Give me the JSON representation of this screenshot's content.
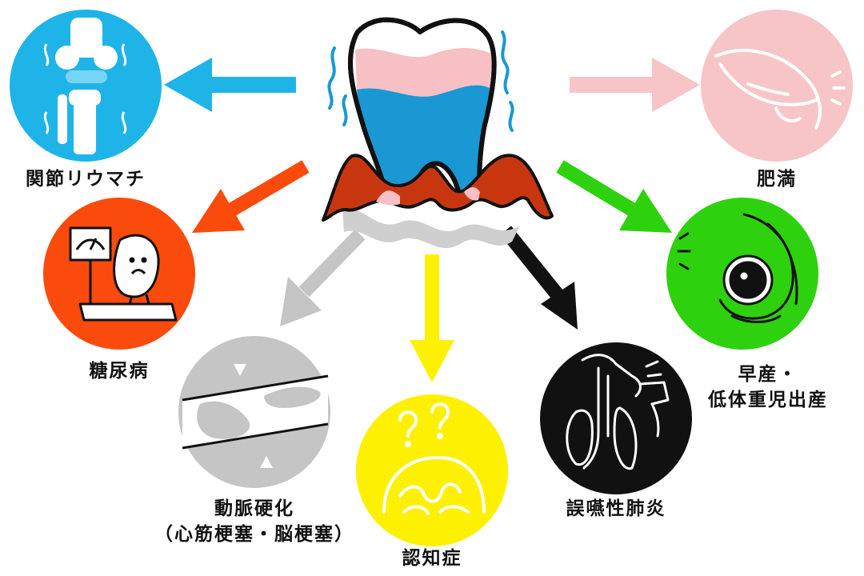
{
  "center": {
    "icon": "tooth-with-gum-disease"
  },
  "nodes": [
    {
      "id": "rheumatoid",
      "label": "関節リウマチ",
      "color": "#1fb4e8",
      "icon": "knee-joint-icon"
    },
    {
      "id": "obesity",
      "label": "肥満",
      "color": "#f7c5c8",
      "icon": "belly-icon"
    },
    {
      "id": "diabetes",
      "label": "糖尿病",
      "color": "#fb4b0c",
      "icon": "scale-icon"
    },
    {
      "id": "preterm",
      "label_lines": [
        "早産・",
        "低体重児出産"
      ],
      "color": "#2ed10e",
      "icon": "pregnant-icon"
    },
    {
      "id": "arteriosclerosis",
      "label_lines": [
        "動脈硬化",
        "（心筋梗塞・脳梗塞）"
      ],
      "color": "#c5c5c5",
      "icon": "artery-icon"
    },
    {
      "id": "dementia",
      "label": "認知症",
      "color": "#fdf000",
      "icon": "brain-icon"
    },
    {
      "id": "aspiration",
      "label": "誤嚥性肺炎",
      "color": "#111111",
      "icon": "lungs-icon"
    }
  ]
}
